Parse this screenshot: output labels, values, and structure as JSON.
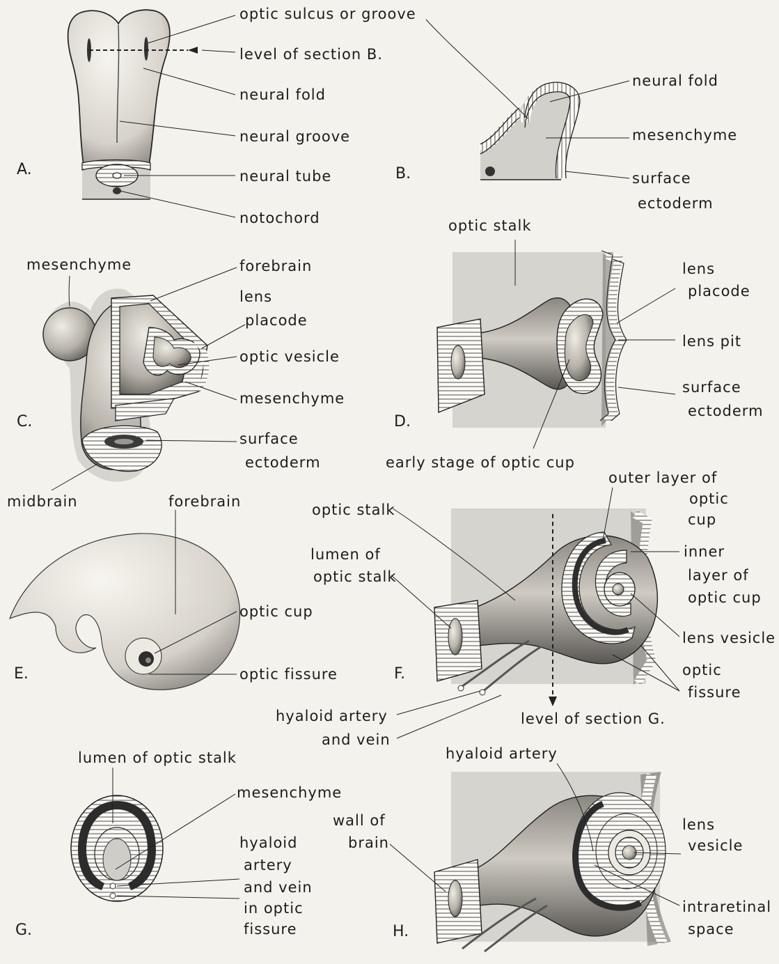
{
  "panels": {
    "A": {
      "letter": "A.",
      "labels": {
        "optic_sulcus": "optic sulcus or groove",
        "level_of_section_b": "level of section B.",
        "neural_fold": "neural fold",
        "neural_groove": "neural groove",
        "neural_tube": "neural tube",
        "notochord": "notochord"
      }
    },
    "B": {
      "letter": "B.",
      "labels": {
        "neural_fold": "neural fold",
        "mesenchyme": "mesenchyme",
        "surface": "surface",
        "ectoderm": "ectoderm"
      }
    },
    "C": {
      "letter": "C.",
      "labels": {
        "mesenchyme_outer": "mesenchyme",
        "forebrain": "forebrain",
        "lens": "lens",
        "placode": "placode",
        "optic_vesicle": "optic vesicle",
        "mesenchyme_inner": "mesenchyme",
        "surface": "surface",
        "ectoderm": "ectoderm",
        "midbrain": "midbrain"
      }
    },
    "D": {
      "letter": "D.",
      "labels": {
        "optic_stalk": "optic stalk",
        "lens": "lens",
        "placode": "placode",
        "lens_pit": "lens pit",
        "surface": "surface",
        "ectoderm": "ectoderm",
        "early_stage": "early stage of optic cup"
      }
    },
    "E": {
      "letter": "E.",
      "labels": {
        "forebrain": "forebrain",
        "optic_cup": "optic cup",
        "optic_fissure": "optic fissure"
      }
    },
    "F": {
      "letter": "F.",
      "labels": {
        "outer_layer_1": "outer layer of",
        "outer_layer_2": "optic",
        "outer_layer_3": "cup",
        "optic_stalk": "optic stalk",
        "lumen_1": "lumen of",
        "lumen_2": "optic stalk",
        "inner_1": "inner",
        "inner_2": "layer of",
        "inner_3": "optic cup",
        "lens_vesicle": "lens vesicle",
        "optic_1": "optic",
        "fissure": "fissure",
        "hyaloid_1": "hyaloid artery",
        "hyaloid_2": "and vein",
        "level_of_section_g": "level of section G."
      }
    },
    "G": {
      "letter": "G.",
      "labels": {
        "lumen": "lumen of optic stalk",
        "mesenchyme": "mesenchyme",
        "hyaloid_1": "hyaloid",
        "hyaloid_2": "artery",
        "hyaloid_3": "and vein",
        "hyaloid_4": "in optic",
        "hyaloid_5": "fissure"
      }
    },
    "H": {
      "letter": "H.",
      "labels": {
        "hyaloid_artery": "hyaloid artery",
        "wall_1": "wall of",
        "wall_2": "brain",
        "lens_1": "lens",
        "lens_2": "vesicle",
        "intraretinal_1": "intraretinal",
        "intraretinal_2": "space"
      }
    }
  }
}
